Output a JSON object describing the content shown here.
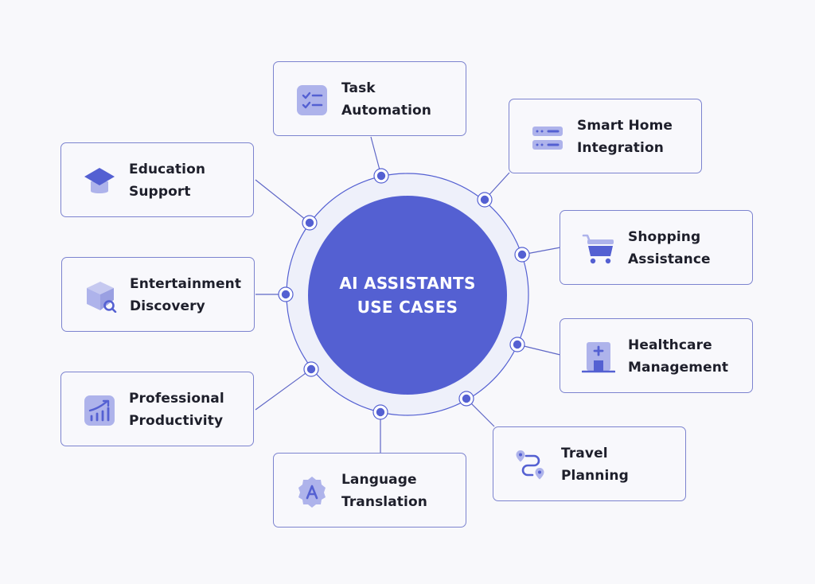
{
  "hub": {
    "line1": "AI ASSISTANTS",
    "line2": "USE CASES"
  },
  "colors": {
    "accent": "#5460d2",
    "accent_light": "#aeb3eb",
    "ring": "#eef0fa",
    "border": "#7c83cf",
    "background": "#f8f8fb",
    "text": "#1e1f2b"
  },
  "use_cases": {
    "task_automation": {
      "line1": "Task",
      "line2": "Automation",
      "icon": "checklist-icon"
    },
    "smart_home": {
      "line1": "Smart Home",
      "line2": "Integration",
      "icon": "server-toggles-icon"
    },
    "shopping": {
      "line1": "Shopping",
      "line2": "Assistance",
      "icon": "shopping-cart-icon"
    },
    "healthcare": {
      "line1": "Healthcare",
      "line2": "Management",
      "icon": "hospital-icon"
    },
    "travel": {
      "line1": "Travel",
      "line2": "Planning",
      "icon": "route-pins-icon"
    },
    "language": {
      "line1": "Language",
      "line2": "Translation",
      "icon": "translate-badge-icon"
    },
    "productivity": {
      "line1": "Professional",
      "line2": "Productivity",
      "icon": "growth-chart-icon"
    },
    "entertainment": {
      "line1": "Entertainment",
      "line2": "Discovery",
      "icon": "box-search-icon"
    },
    "education": {
      "line1": "Education",
      "line2": "Support",
      "icon": "graduation-cap-icon"
    }
  }
}
